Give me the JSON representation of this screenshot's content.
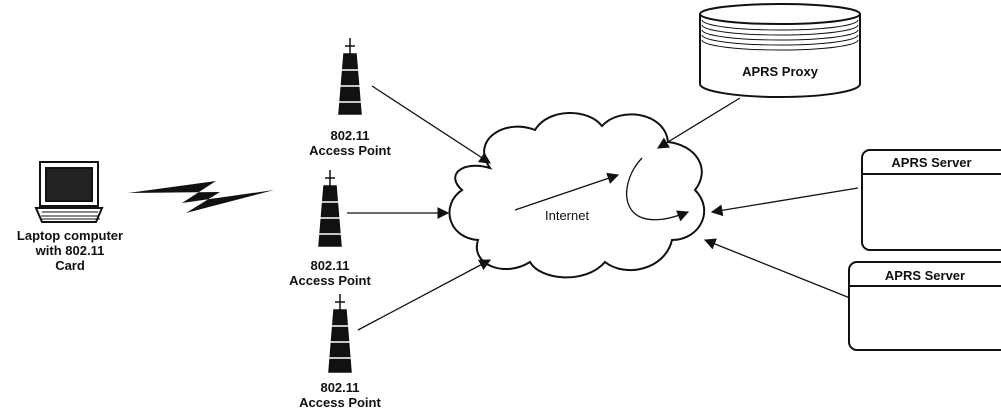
{
  "laptop": {
    "label_lines": [
      "Laptop computer",
      "with 802.11",
      "Card"
    ]
  },
  "access_points": [
    {
      "label_lines": [
        "802.11",
        "Access Point"
      ]
    },
    {
      "label_lines": [
        "802.11",
        "Access Point"
      ]
    },
    {
      "label_lines": [
        "802.11",
        "Access Point"
      ]
    }
  ],
  "cloud": {
    "label": "Internet"
  },
  "proxy": {
    "label": "APRS Proxy"
  },
  "servers": [
    {
      "label": "APRS Server"
    },
    {
      "label": "APRS Server"
    }
  ],
  "colors": {
    "stroke": "#111111",
    "background": "#ffffff"
  }
}
